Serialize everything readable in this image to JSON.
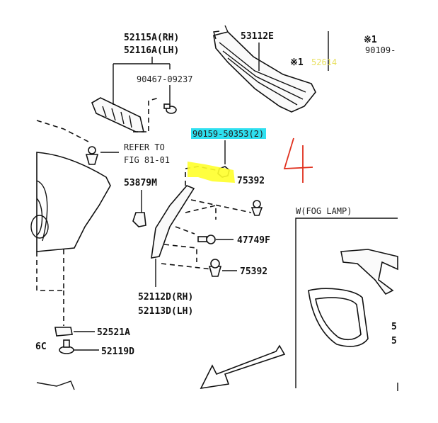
{
  "labels": {
    "top_rh": "52115A(RH)",
    "top_lh": "52116A(LH)",
    "bolt_top": "90467-09237",
    "grille": "53112E",
    "ref_mark": "※1",
    "ref_mark_top": "※1",
    "highlight_yellow_num": "52614",
    "num_90109": "90109-",
    "refer_to": "REFER TO",
    "fig": "FIG 81-01",
    "highlight_cyan": "90159-50353(2)",
    "clip_75392_top": "75392",
    "p53879m": "53879M",
    "p47749f": "47749F",
    "clip_75392_bottom": "75392",
    "rh2": "52112D(RH)",
    "lh2": "52113D(LH)",
    "fog_lamp": "W(FOG LAMP)",
    "p52521a": "52521A",
    "p52119d": "52119D",
    "p6c": "6C",
    "cut_5a": "5",
    "cut_5b": "5"
  },
  "handwritten": "4",
  "colors": {
    "highlight_cyan": "#2ee0f0",
    "highlight_yellow": "#ffff2a",
    "handwritten_red": "#e0301e",
    "faint_yellow_text": "#e8e060"
  }
}
